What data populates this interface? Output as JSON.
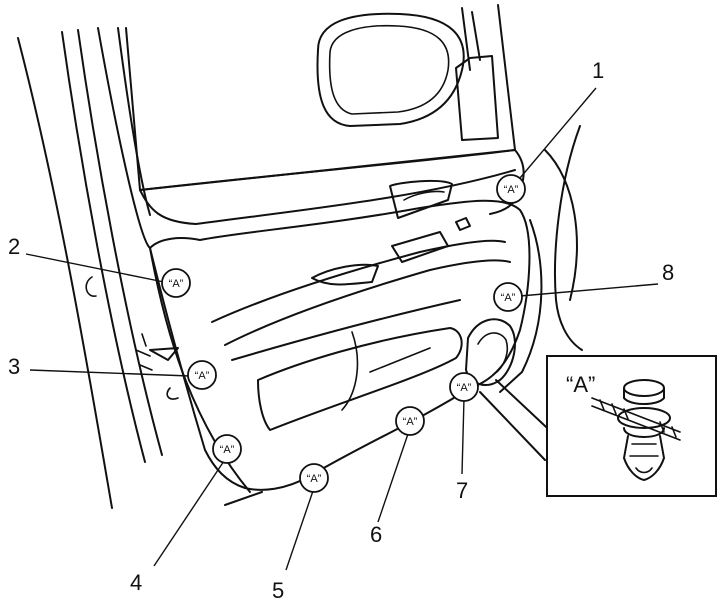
{
  "callouts": [
    {
      "number": "1"
    },
    {
      "number": "2"
    },
    {
      "number": "3"
    },
    {
      "number": "4"
    },
    {
      "number": "5"
    },
    {
      "number": "6"
    },
    {
      "number": "7"
    },
    {
      "number": "8"
    }
  ],
  "clip_marker": "“A”",
  "detail": {
    "label": "“A”"
  }
}
